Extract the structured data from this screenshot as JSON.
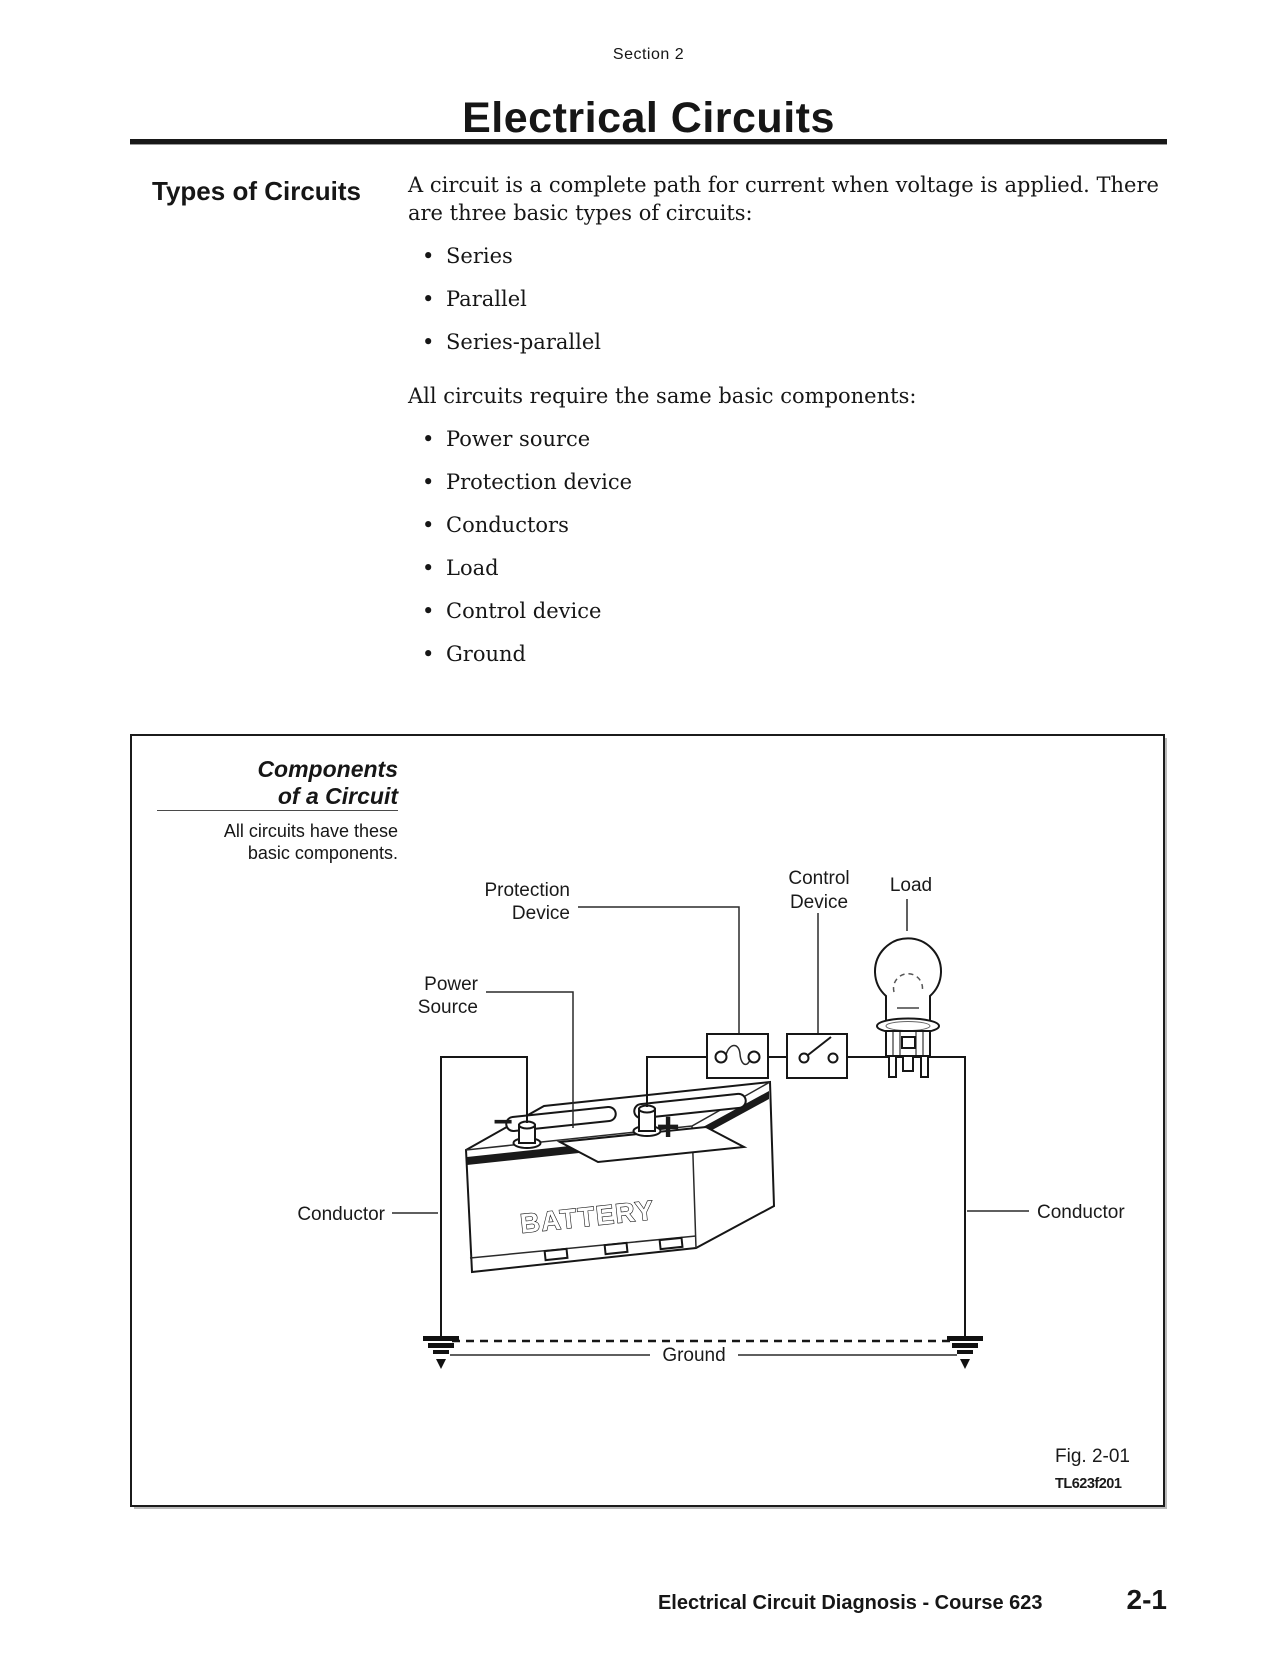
{
  "page": {
    "section_label": "Section 2",
    "title": "Electrical Circuits",
    "footer": {
      "course": "Electrical Circuit Diagnosis - Course 623",
      "page_number": "2-1"
    }
  },
  "content": {
    "heading": "Types of Circuits",
    "intro_lines": [
      "A circuit is a complete path for current when voltage is applied. There",
      "are three basic types of circuits:"
    ],
    "circuit_types": [
      "Series",
      "Parallel",
      "Series-parallel"
    ],
    "components_intro": "All circuits require the same basic components:",
    "components": [
      "Power source",
      "Protection device",
      "Conductors",
      "Load",
      "Control device",
      "Ground"
    ]
  },
  "figure": {
    "title_lines": [
      "Components",
      "of a Circuit"
    ],
    "caption_lines": [
      "All circuits have these",
      "basic components."
    ],
    "labels": {
      "protection_device": [
        "Protection",
        "Device"
      ],
      "power_source": [
        "Power",
        "Source"
      ],
      "control_device": [
        "Control",
        "Device"
      ],
      "load": "Load",
      "conductor_left": "Conductor",
      "conductor_right": "Conductor",
      "ground": "Ground"
    },
    "battery_text": "BATTERY",
    "terminal_negative": "−",
    "terminal_positive": "+",
    "fig_number": "Fig. 2-01",
    "fig_code": "TL623f201",
    "ink_color": "#161616"
  }
}
